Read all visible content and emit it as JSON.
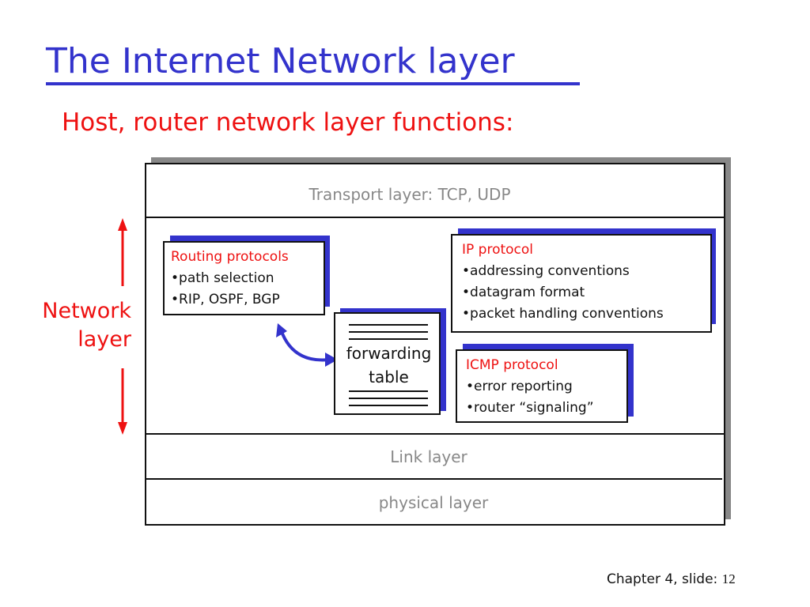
{
  "title": "The Internet Network layer",
  "subtitle": "Host, router network layer functions:",
  "side_label": {
    "line1": "Network",
    "line2": "layer"
  },
  "layers": {
    "transport": "Transport layer: TCP, UDP",
    "link": "Link layer",
    "physical": "physical layer"
  },
  "routing_box": {
    "heading": "Routing protocols",
    "items": [
      "•path selection",
      "•RIP, OSPF, BGP"
    ]
  },
  "ip_box": {
    "heading": "IP protocol",
    "items": [
      "•addressing conventions",
      "•datagram format",
      "•packet handling conventions"
    ]
  },
  "icmp_box": {
    "heading": "ICMP protocol",
    "items": [
      "•error reporting",
      "•router “signaling”"
    ]
  },
  "forwarding_table": {
    "line1": "forwarding",
    "line2": "table"
  },
  "footer": {
    "label": "Chapter 4, slide:",
    "number": "12"
  },
  "colors": {
    "title": "#3333cc",
    "accent_red": "#ee1111",
    "shadow_blue": "#3333cc",
    "layer_gray": "#888888"
  }
}
